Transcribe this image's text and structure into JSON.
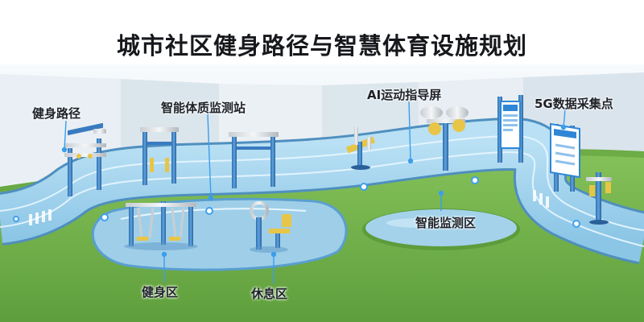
{
  "title": "城市社区健身路径与智慧体育设施规划",
  "labels": {
    "fitness_path": "健身路径",
    "smart_test_station": "智能体质监测站",
    "ai_guide_screen": "AI运动指导屏",
    "collection_point_5g": "5G数据采集点",
    "smart_monitor_zone": "智能监测区",
    "fitness_zone": "健身区",
    "rest_zone": "休息区"
  },
  "colors": {
    "path_blue": "#a9d6ef",
    "path_edge": "#5a9fcf",
    "lane_light": "#e3f4ff",
    "grass": "#76b54d",
    "pond": "#9ccde6",
    "screen": "#2f86d6",
    "sky": "#e4edf3"
  }
}
